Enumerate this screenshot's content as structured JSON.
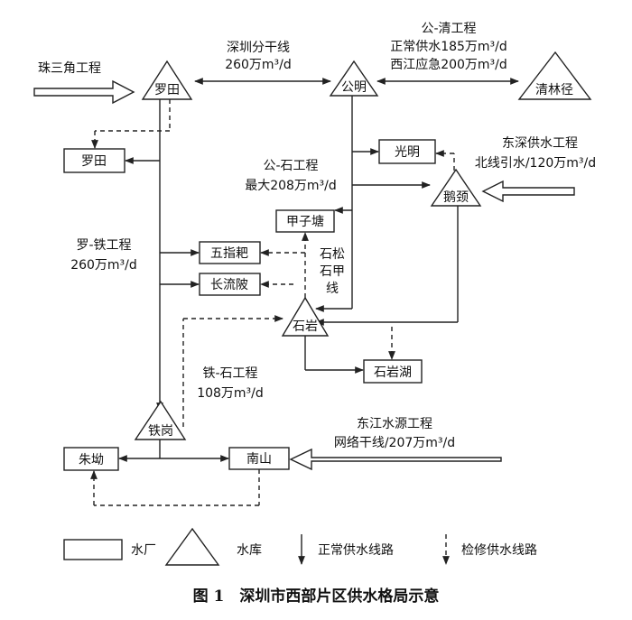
{
  "nodes": {
    "reservoirs": {
      "luotian": "罗田",
      "gongming": "公明",
      "qinglinjing": "清林径",
      "quejing": "鹅颈",
      "shiyan": "石岩",
      "tiegang": "铁岗"
    },
    "plants": {
      "luotian": "罗田",
      "guangming": "光明",
      "jiazitang": "甲子塘",
      "wuzhipa": "五指耙",
      "changliupi": "长流陂",
      "shiyanhu": "石岩湖",
      "zhuao": "朱坳",
      "nanshan": "南山"
    }
  },
  "projects": {
    "zhusanjiao": "珠三角工程",
    "shenzhen_branch": {
      "name": "深圳分干线",
      "flow": "260万m³/d"
    },
    "gongqing": {
      "name": "公-清工程",
      "normal": "正常供水185万m³/d",
      "emergency": "西江应急200万m³/d"
    },
    "dongshen": {
      "name": "东深供水工程",
      "flow": "北线引水/120万m³/d"
    },
    "gongshi": {
      "name": "公-石工程",
      "flow": "最大208万m³/d"
    },
    "shisong": [
      "石松",
      "石甲",
      "线"
    ],
    "luotie": {
      "name": "罗-铁工程",
      "flow": "260万m³/d"
    },
    "tieshi": {
      "name": "铁-石工程",
      "flow": "108万m³/d"
    },
    "dongjiang": {
      "name": "东江水源工程",
      "flow": "网络干线/207万m³/d"
    }
  },
  "legend": {
    "plant": "水厂",
    "reservoir": "水库",
    "normal_line": "正常供水线路",
    "maintenance_line": "检修供水线路"
  },
  "caption": "图 1　深圳市西部片区供水格局示意"
}
